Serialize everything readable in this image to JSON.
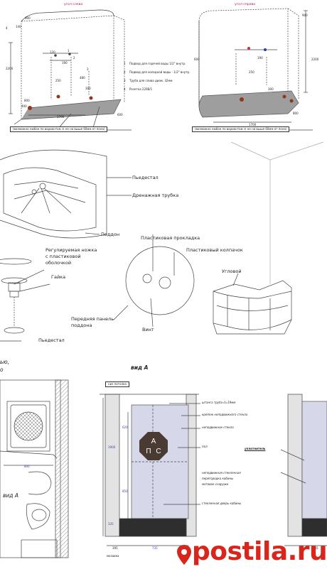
{
  "top_left": {
    "title": "угол слева",
    "dims": [
      "140",
      "2200",
      "800",
      "1700",
      "480",
      "120",
      "190",
      "250",
      "300",
      "400",
      "600",
      "900"
    ],
    "markers": [
      "1",
      "2",
      "3",
      "4"
    ],
    "legend": [
      "Подвод для горячей воды 1/2\" внутр.",
      "Подвод для холодной воды - 1/2\" внутр.",
      "Труба для слива диам. 32мм",
      "Розетка 220В/1"
    ],
    "note": "(возможно любое по вариантам ③ не на выше 60мм от пола)"
  },
  "top_right": {
    "title": "угол справа",
    "dims": [
      "900",
      "1700",
      "800",
      "2200",
      "250",
      "190",
      "600",
      "300"
    ],
    "note": "(возможно любое по вариантам ③ не на выше 60мм от пола)"
  },
  "middle": {
    "labels": {
      "pedestal": "Пьедестал",
      "drain_tube": "Дренажная трубка",
      "tray": "Поддон",
      "adjustable_leg_1": "Регулируемая ножка",
      "adjustable_leg_2": "с пластиковой",
      "adjustable_leg_3": "оболочкой",
      "nut": "Гайка",
      "front_panel_1": "Передняя панель",
      "front_panel_2": "поддона",
      "pedestal_2": "Пьедестал",
      "plastic_gasket": "Пластиковая прокладка",
      "plastic_cap": "Пластиковый колпачок",
      "radius": "Угловой",
      "screw": "Винт"
    }
  },
  "bottom": {
    "view_title": "вид А",
    "view_label": "вид А",
    "top_left_fragment_1": "ью,",
    "top_left_fragment_2": "о",
    "ceiling": "низ потолка",
    "dims": [
      "800",
      "1900",
      "620",
      "850",
      "395",
      "335",
      "735"
    ],
    "logo_letters": [
      "А",
      "П",
      "С"
    ],
    "mosaic": "мозаика",
    "right_labels": [
      "штанга труба d=19мм",
      "крепеж неподвижного стекла",
      "неподвижное стекло",
      "пол",
      "неподвижная стеклянная",
      "перегородка кабины",
      "матовое снаружи",
      "стеклянная дверь кабины"
    ],
    "sealant": "уплотнитель",
    "right_dim": "745"
  },
  "watermark": {
    "text": "postila.ru"
  }
}
